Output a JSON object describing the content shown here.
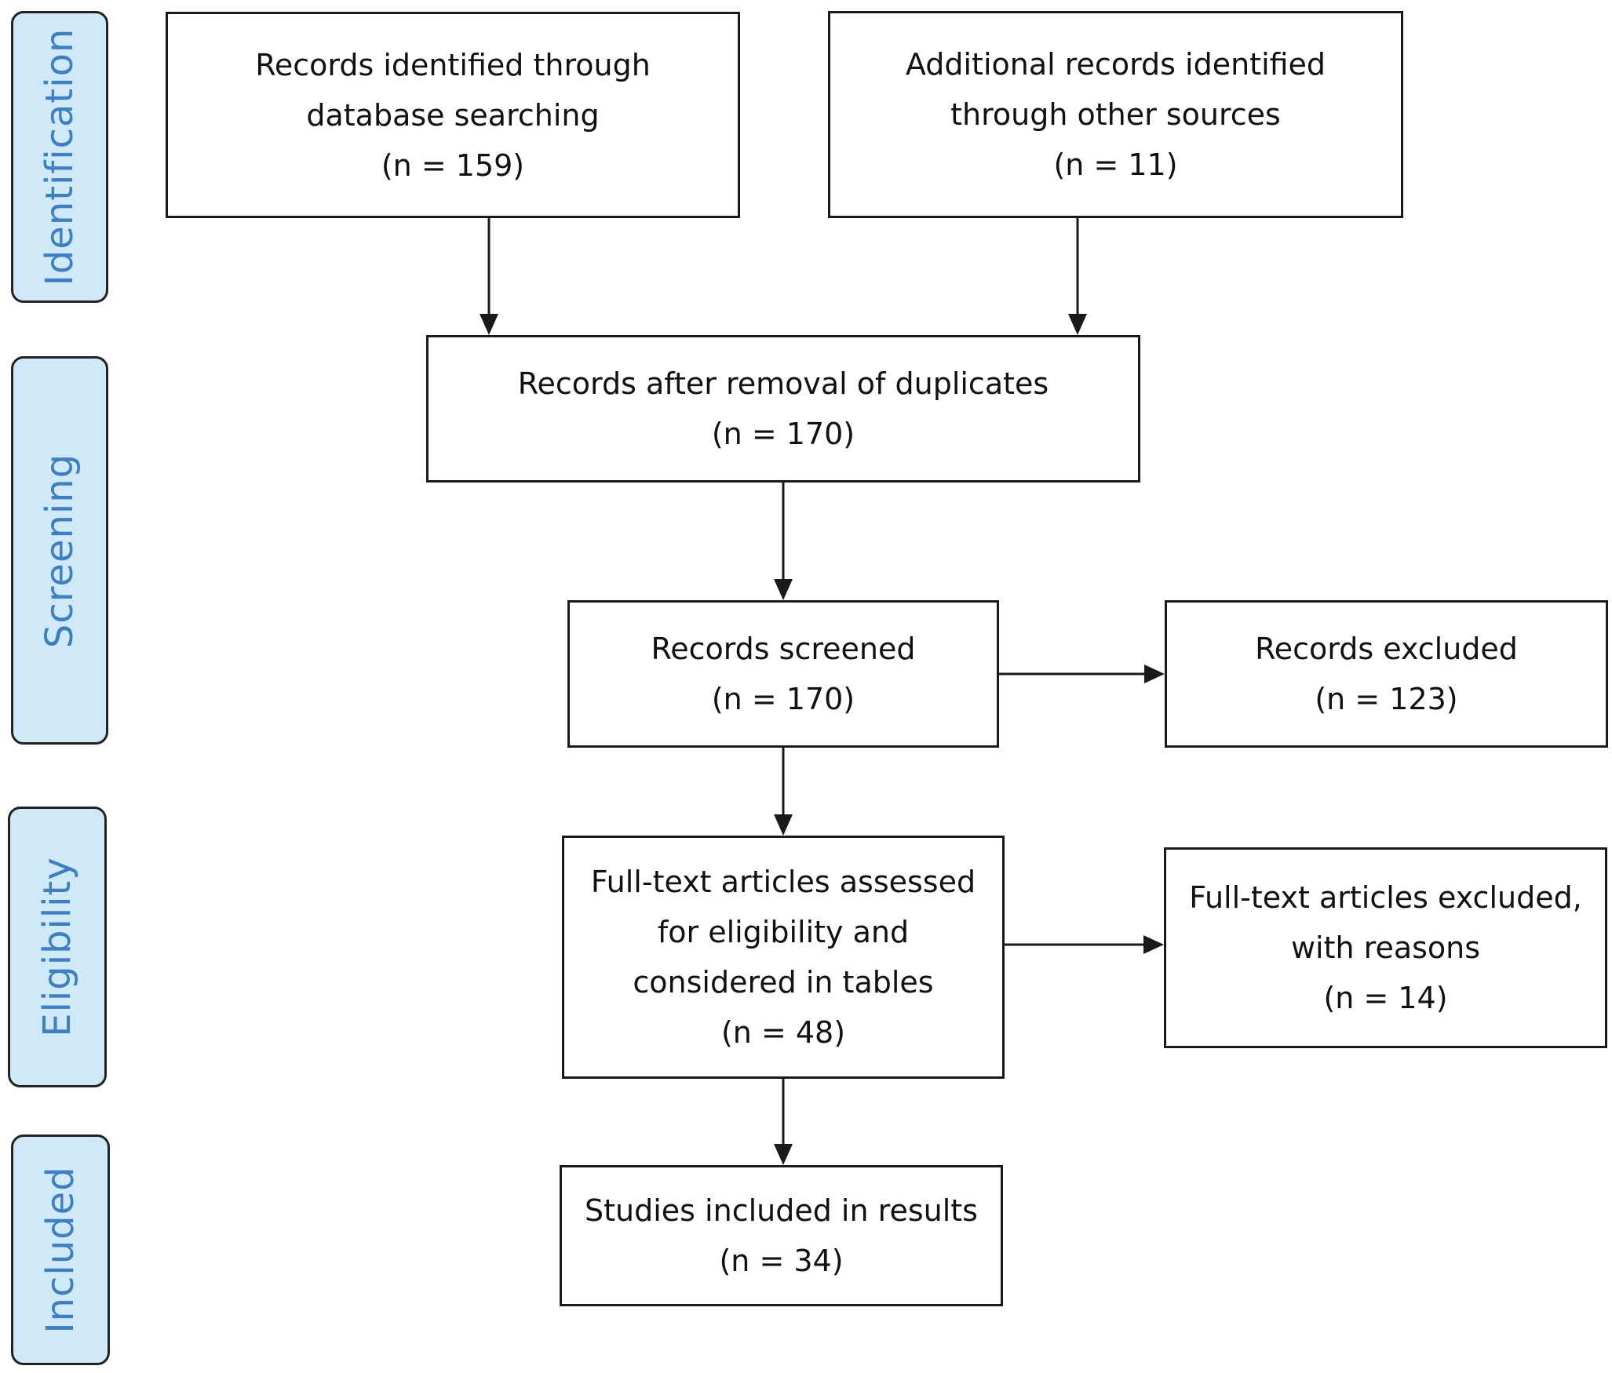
{
  "stages": {
    "identification": "Identification",
    "screening": "Screening",
    "eligibility": "Eligibility",
    "included": "Included"
  },
  "boxes": {
    "database": {
      "line1": "Records identified through",
      "line2": "database searching",
      "count": "(n = 159)"
    },
    "other_sources": {
      "line1": "Additional records identified",
      "line2": "through other sources",
      "count": "(n = 11)"
    },
    "duplicates_removed": {
      "line1": "Records after removal of duplicates",
      "count": "(n = 170)"
    },
    "screened": {
      "line1": "Records screened",
      "count": "(n = 170)"
    },
    "excluded": {
      "line1": "Records excluded",
      "count": "(n = 123)"
    },
    "fulltext_assessed": {
      "line1": "Full-text articles assessed",
      "line2": "for eligibility and",
      "line3": "considered in tables",
      "count": "(n = 48)"
    },
    "fulltext_excluded": {
      "line1": "Full-text articles excluded,",
      "line2": "with reasons",
      "count": "(n = 14)"
    },
    "included": {
      "line1": "Studies included in results",
      "count": "(n = 34)"
    }
  }
}
